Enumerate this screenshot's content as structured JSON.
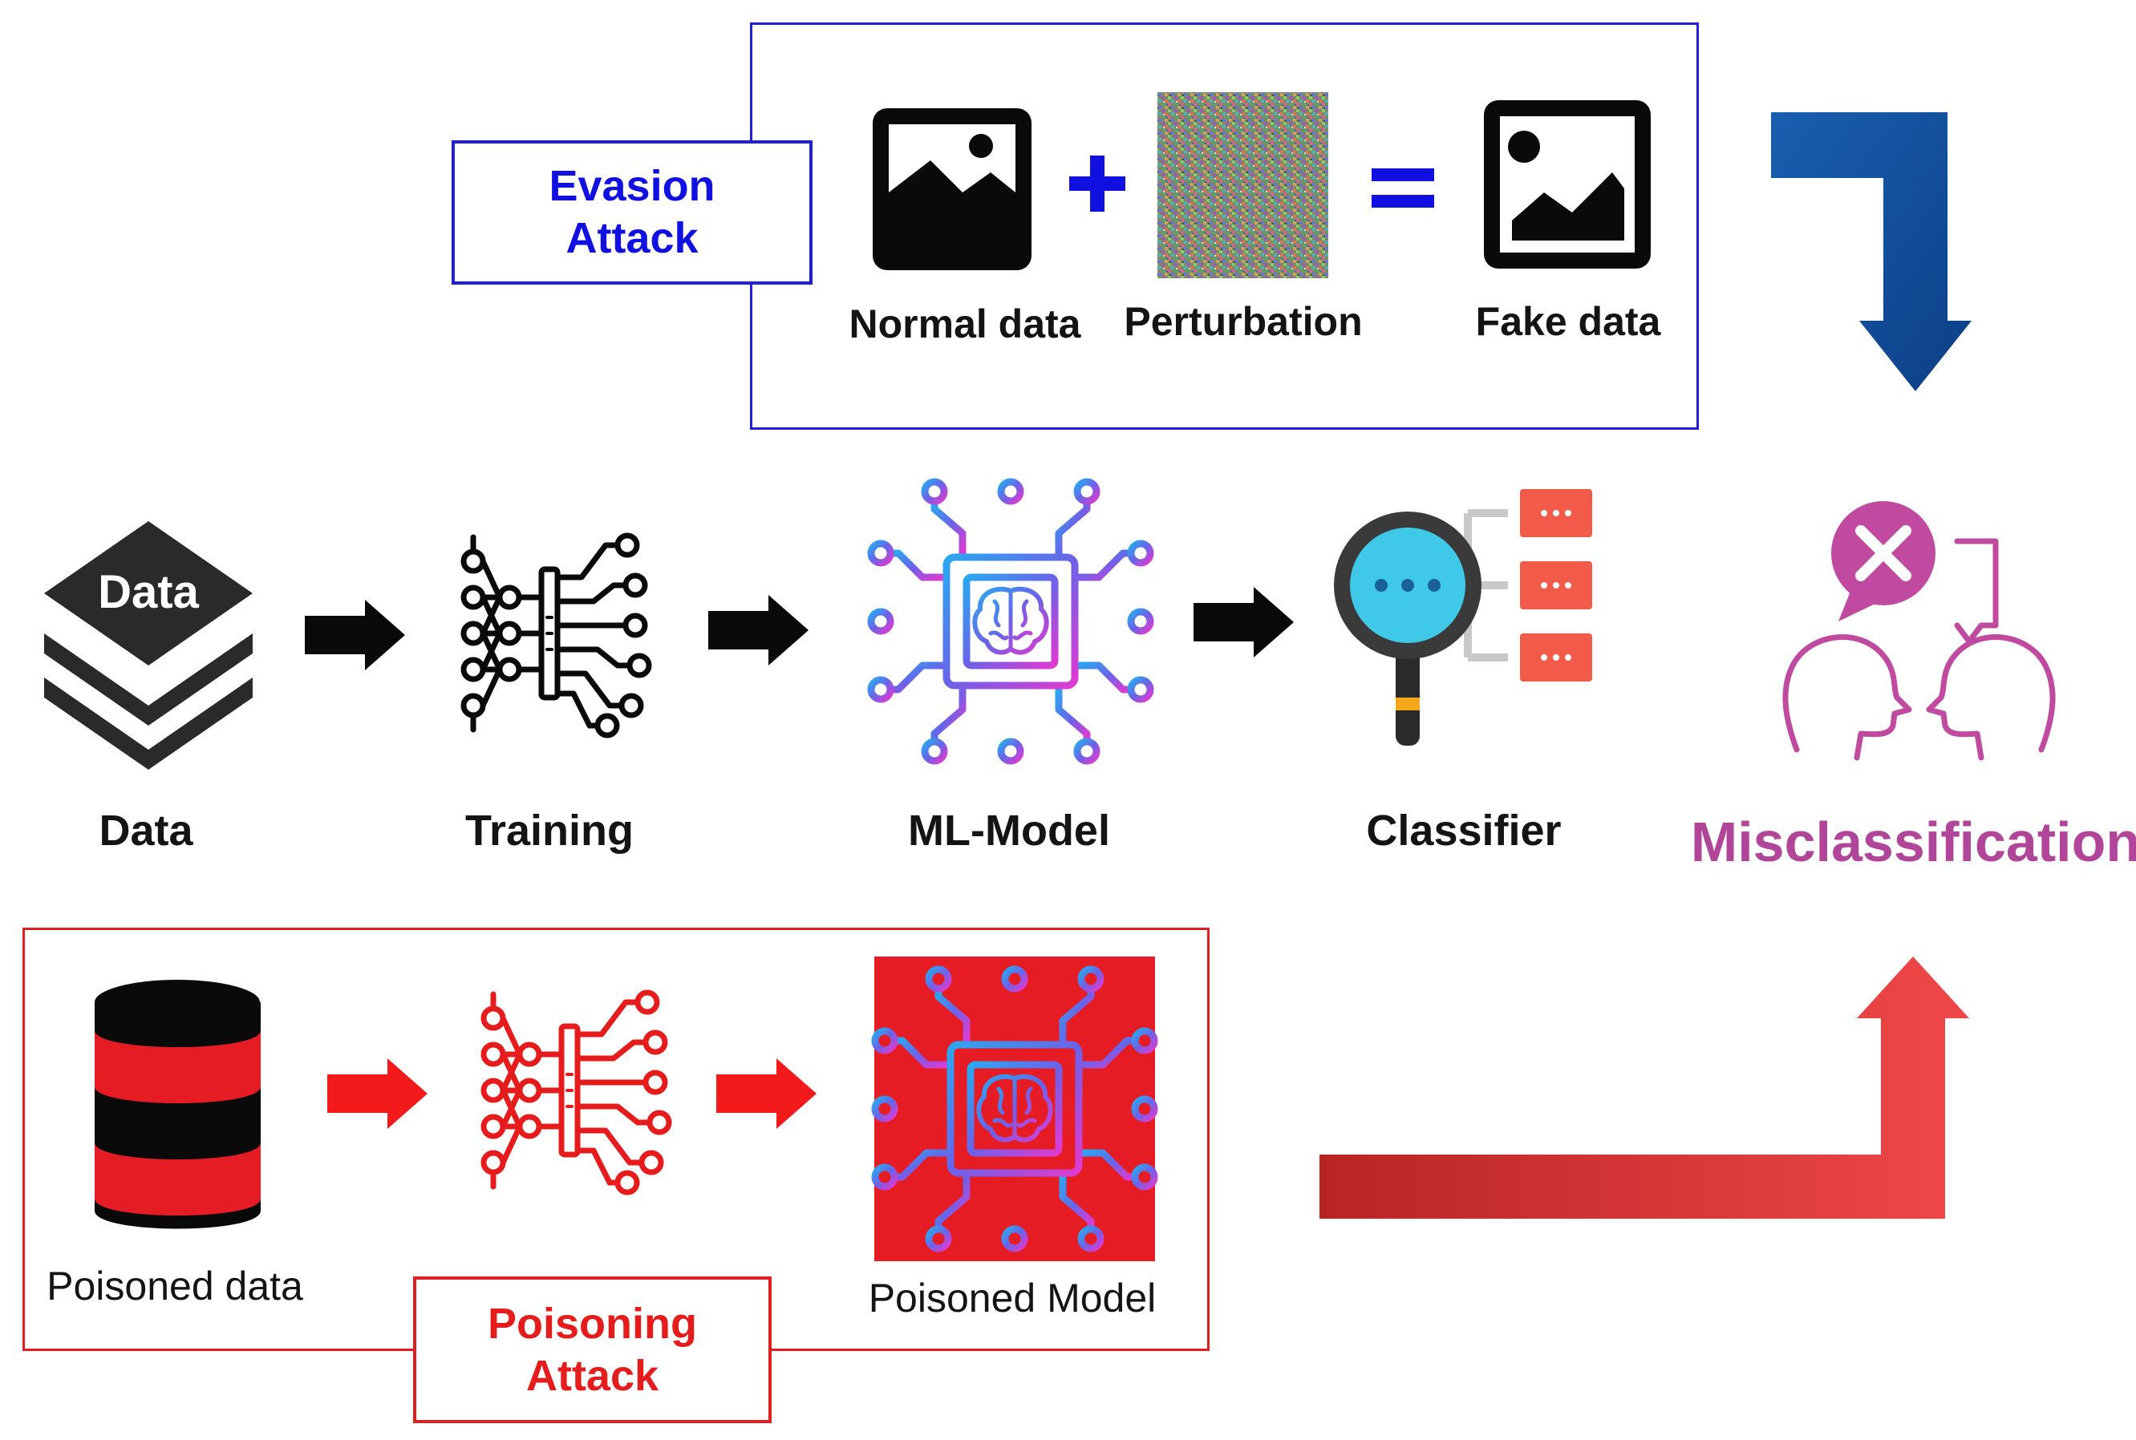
{
  "evasion": {
    "tag": "Evasion Attack",
    "tag_line1": "Evasion",
    "tag_line2": "Attack",
    "normal_label": "Normal data",
    "perturbation_label": "Perturbation",
    "fake_label": "Fake data",
    "plus_symbol": "+",
    "equals_symbol": "=",
    "color": "#1010e0"
  },
  "pipeline": {
    "data_icon_text": "Data",
    "data_label": "Data",
    "training_label": "Training",
    "model_label": "ML-Model",
    "classifier_label": "Classifier"
  },
  "result": {
    "label": "Misclassification",
    "color": "#b0459a"
  },
  "poisoning": {
    "tag": "Poisoning Attack",
    "tag_line1": "Poisoning",
    "tag_line2": "Attack",
    "data_label": "Poisoned data",
    "model_label": "Poisoned Model",
    "color": "#e41c1c"
  },
  "icons": [
    "image-icon",
    "noise-icon",
    "data-layers-icon",
    "neural-network-icon",
    "ai-chip-icon",
    "magnifier-list-icon",
    "misclassification-people-icon",
    "database-icon"
  ]
}
